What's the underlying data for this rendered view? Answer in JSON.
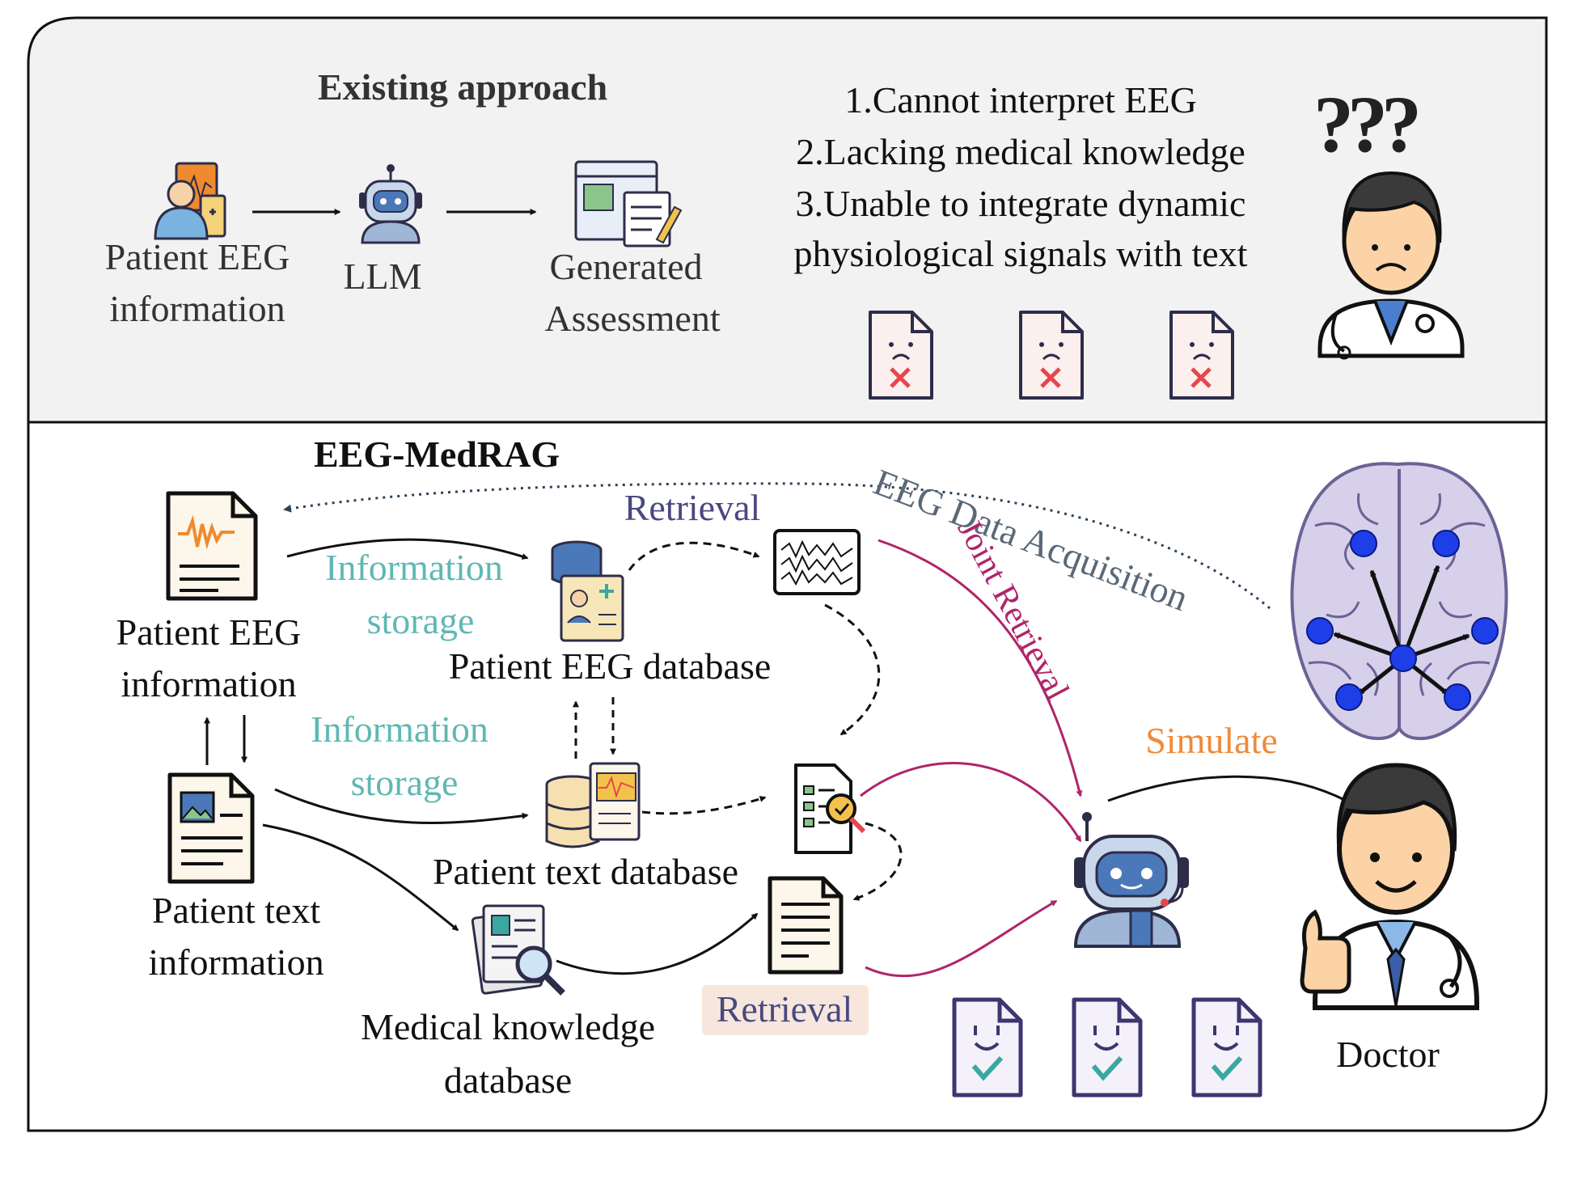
{
  "top_panel": {
    "heading": "Existing approach",
    "patient_label_1": "Patient EEG",
    "patient_label_2": "information",
    "llm_label": "LLM",
    "assessment_label_1": "Generated",
    "assessment_label_2": "Assessment",
    "problems": [
      "1.Cannot interpret EEG",
      "2.Lacking medical knowledge",
      "3.Unable to integrate dynamic",
      "physiological signals with text"
    ],
    "question_marks": "???"
  },
  "bottom_panel": {
    "heading": "EEG-MedRAG",
    "patient_eeg_1": "Patient EEG",
    "patient_eeg_2": "information",
    "info_storage_1a": "Information",
    "info_storage_1b": "storage",
    "info_storage_2a": "Information",
    "info_storage_2b": "storage",
    "retrieval_top": "Retrieval",
    "eeg_database": "Patient EEG database",
    "text_database": "Patient text database",
    "patient_text_1": "Patient text",
    "patient_text_2": "information",
    "medical_db_1": "Medical knowledge",
    "medical_db_2": "database",
    "retrieval_bottom": "Retrieval",
    "eeg_acquisition": "EEG Data Acquisition",
    "joint_retrieval": "Joint Retrieval",
    "simulate": "Simulate",
    "doctor": "Doctor"
  },
  "colors": {
    "teal": "#5fb8b4",
    "purple_text": "#4a4880",
    "magenta": "#b0246a",
    "orange": "#ef8a3a",
    "slate": "#5a6878",
    "brain_node": "#1e3ee8",
    "panel_top_bg": "#f2f2f2"
  }
}
